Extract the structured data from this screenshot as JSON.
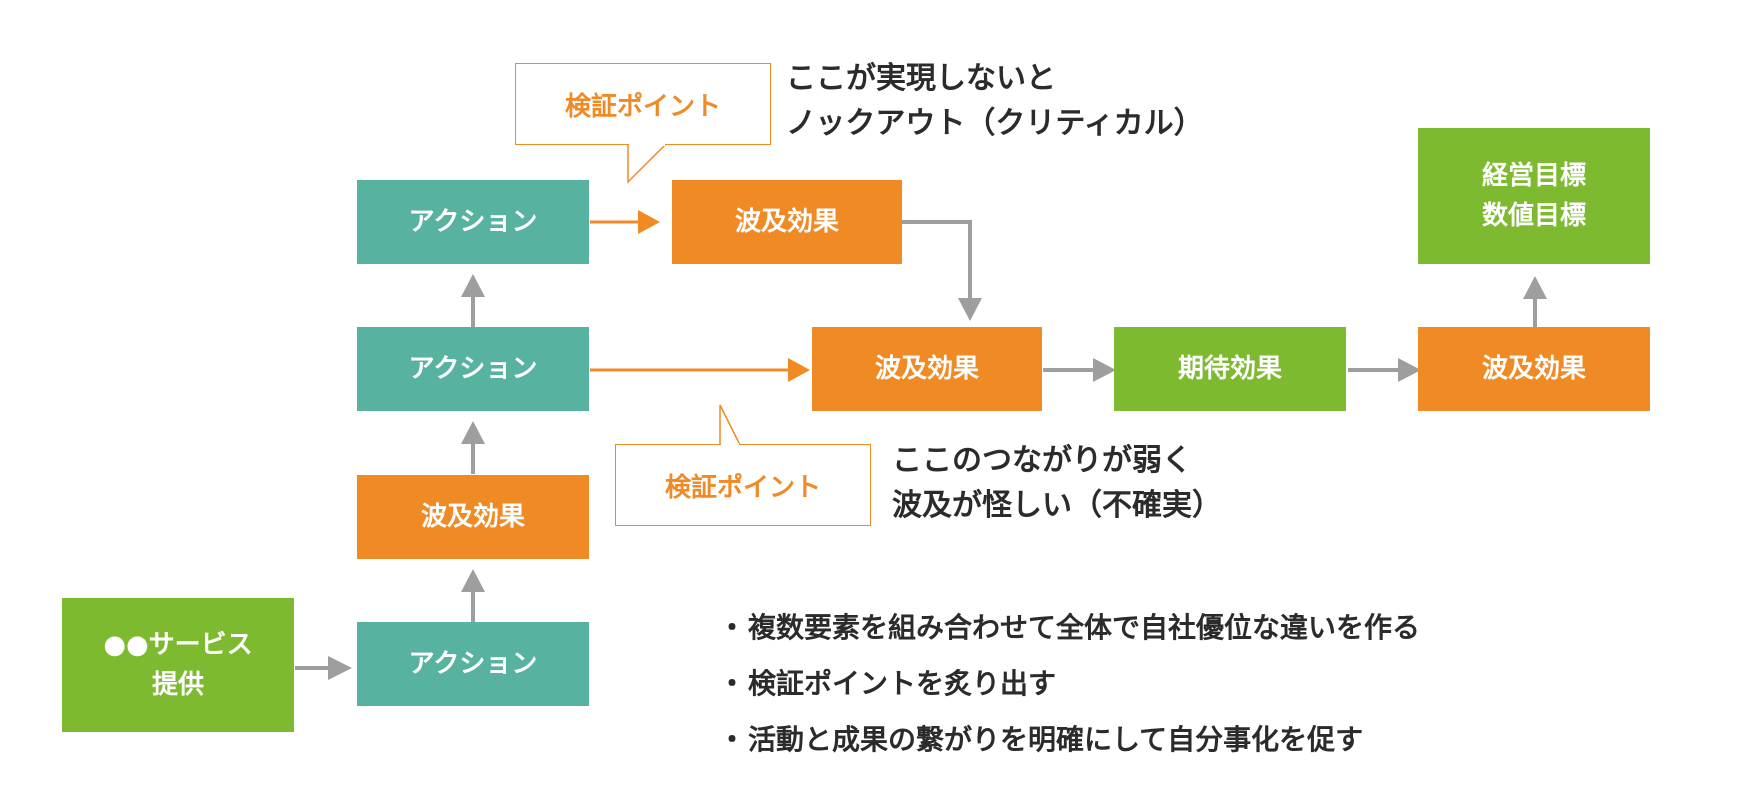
{
  "colors": {
    "action": "#58B2A0",
    "effect": "#EF8A25",
    "goal": "#7DBA2F",
    "gray_arrow": "#9E9E9E",
    "text": "#2B2B2B"
  },
  "nodes": {
    "service": "●●サービス\n提供",
    "action_bottom": "アクション",
    "effect_left": "波及効果",
    "action_middle": "アクション",
    "action_top": "アクション",
    "effect_top": "波及効果",
    "effect_center": "波及効果",
    "expected_effect": "期待効果",
    "effect_right": "波及効果",
    "goal": "経営目標\n数値目標"
  },
  "callouts": {
    "top_label": "検証ポイント",
    "bottom_label": "検証ポイント"
  },
  "notes": {
    "top": "ここが実現しないと\nノックアウト（クリティカル）",
    "bottom": "ここのつながりが弱く\n波及が怪しい（不確実）"
  },
  "bullet_marker": "・",
  "bullets": [
    "複数要素を組み合わせて全体で自社優位な違いを作る",
    "検証ポイントを炙り出す",
    "活動と成果の繋がりを明確にして自分事化を促す"
  ]
}
